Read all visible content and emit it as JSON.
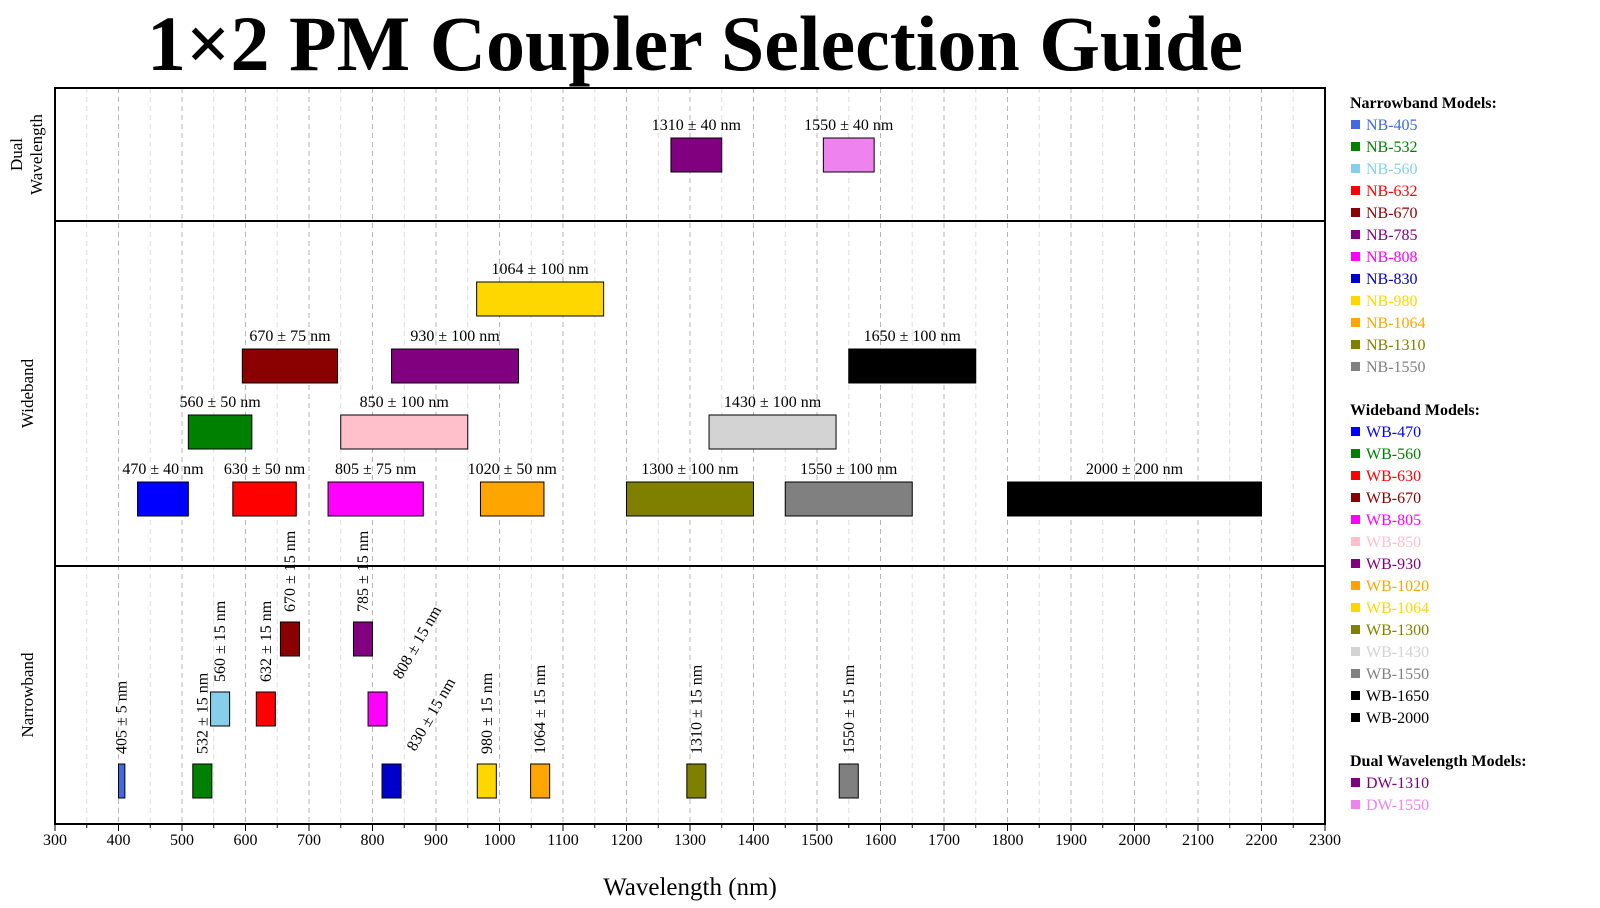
{
  "title": "1×2 PM Coupler Selection Guide",
  "chart_data": {
    "type": "bar",
    "orientation": "horizontal-range",
    "xlabel": "Wavelength (nm)",
    "xlim": [
      300,
      2300
    ],
    "xticks": [
      300,
      400,
      500,
      600,
      700,
      800,
      900,
      1000,
      1100,
      1200,
      1300,
      1400,
      1500,
      1600,
      1700,
      1800,
      1900,
      2000,
      2100,
      2200,
      2300
    ],
    "grid": true,
    "legend_position": "right",
    "panels": [
      {
        "name": "Dual Wavelength",
        "label_lines": [
          "Dual",
          "Wavelength"
        ],
        "rows": 1,
        "bars": [
          {
            "model": "DW-1310",
            "center": 1310,
            "halfwidth": 40,
            "row": 0,
            "color": "#800080",
            "label": "1310 ± 40 nm"
          },
          {
            "model": "DW-1550",
            "center": 1550,
            "halfwidth": 40,
            "row": 0,
            "color": "#ee82ee",
            "label": "1550 ± 40 nm"
          }
        ]
      },
      {
        "name": "Wideband",
        "label_lines": [
          "Wideband"
        ],
        "rows": 4,
        "bars": [
          {
            "model": "WB-470",
            "center": 470,
            "halfwidth": 40,
            "row": 0,
            "color": "#0000ff",
            "label": "470 ± 40 nm"
          },
          {
            "model": "WB-630",
            "center": 630,
            "halfwidth": 50,
            "row": 0,
            "color": "#ff0000",
            "label": "630 ± 50 nm"
          },
          {
            "model": "WB-805",
            "center": 805,
            "halfwidth": 75,
            "row": 0,
            "color": "#ff00ff",
            "label": "805 ± 75 nm"
          },
          {
            "model": "WB-1020",
            "center": 1020,
            "halfwidth": 50,
            "row": 0,
            "color": "#ffa500",
            "label": "1020 ± 50 nm"
          },
          {
            "model": "WB-1300",
            "center": 1300,
            "halfwidth": 100,
            "row": 0,
            "color": "#808000",
            "label": "1300 ± 100 nm"
          },
          {
            "model": "WB-1550",
            "center": 1550,
            "halfwidth": 100,
            "row": 0,
            "color": "#808080",
            "label": "1550 ± 100 nm"
          },
          {
            "model": "WB-2000",
            "center": 2000,
            "halfwidth": 200,
            "row": 0,
            "color": "#000000",
            "label": "2000 ± 200 nm"
          },
          {
            "model": "WB-560",
            "center": 560,
            "halfwidth": 50,
            "row": 1,
            "color": "#008000",
            "label": "560 ± 50 nm"
          },
          {
            "model": "WB-850",
            "center": 850,
            "halfwidth": 100,
            "row": 1,
            "color": "#ffc0cb",
            "label": "850 ± 100 nm"
          },
          {
            "model": "WB-1430",
            "center": 1430,
            "halfwidth": 100,
            "row": 1,
            "color": "#d3d3d3",
            "label": "1430 ± 100 nm"
          },
          {
            "model": "WB-670",
            "center": 670,
            "halfwidth": 75,
            "row": 2,
            "color": "#8b0000",
            "label": "670 ± 75 nm"
          },
          {
            "model": "WB-930",
            "center": 930,
            "halfwidth": 100,
            "row": 2,
            "color": "#800080",
            "label": "930 ± 100 nm"
          },
          {
            "model": "WB-1650",
            "center": 1650,
            "halfwidth": 100,
            "row": 2,
            "color": "#000000",
            "label": "1650 ± 100 nm"
          },
          {
            "model": "WB-1064",
            "center": 1064,
            "halfwidth": 100,
            "row": 3,
            "color": "#ffd700",
            "label": "1064 ± 100 nm"
          }
        ]
      },
      {
        "name": "Narrowband",
        "label_lines": [
          "Narrowband"
        ],
        "rows": 3,
        "bars": [
          {
            "model": "NB-405",
            "center": 405,
            "halfwidth": 5,
            "row": 0,
            "color": "#4169e1",
            "label": "405 ± 5 nm",
            "label_angle": -90
          },
          {
            "model": "NB-532",
            "center": 532,
            "halfwidth": 15,
            "row": 0,
            "color": "#008000",
            "label": "532 ± 15 nm",
            "label_angle": -90
          },
          {
            "model": "NB-830",
            "center": 830,
            "halfwidth": 15,
            "row": 0,
            "color": "#0000cd",
            "label": "830 ± 15 nm",
            "label_angle": -60
          },
          {
            "model": "NB-980",
            "center": 980,
            "halfwidth": 15,
            "row": 0,
            "color": "#ffd700",
            "label": "980 ± 15 nm",
            "label_angle": -90
          },
          {
            "model": "NB-1064",
            "center": 1064,
            "halfwidth": 15,
            "row": 0,
            "color": "#ffa500",
            "label": "1064 ± 15 nm",
            "label_angle": -90
          },
          {
            "model": "NB-1310",
            "center": 1310,
            "halfwidth": 15,
            "row": 0,
            "color": "#808000",
            "label": "1310 ± 15 nm",
            "label_angle": -90
          },
          {
            "model": "NB-1550",
            "center": 1550,
            "halfwidth": 15,
            "row": 0,
            "color": "#808080",
            "label": "1550 ± 15 nm",
            "label_angle": -90
          },
          {
            "model": "NB-560",
            "center": 560,
            "halfwidth": 15,
            "row": 1,
            "color": "#87ceeb",
            "label": "560 ± 15 nm",
            "label_angle": -90
          },
          {
            "model": "NB-632",
            "center": 632,
            "halfwidth": 15,
            "row": 1,
            "color": "#ff0000",
            "label": "632 ± 15 nm",
            "label_angle": -90
          },
          {
            "model": "NB-808",
            "center": 808,
            "halfwidth": 15,
            "row": 1,
            "color": "#ff00ff",
            "label": "808 ± 15 nm",
            "label_angle": -60
          },
          {
            "model": "NB-670",
            "center": 670,
            "halfwidth": 15,
            "row": 2,
            "color": "#8b0000",
            "label": "670 ± 15 nm",
            "label_angle": -90
          },
          {
            "model": "NB-785",
            "center": 785,
            "halfwidth": 15,
            "row": 2,
            "color": "#800080",
            "label": "785 ± 15 nm",
            "label_angle": -90
          }
        ]
      }
    ],
    "legend": [
      {
        "title": "Narrowband Models:",
        "items": [
          {
            "name": "NB-405",
            "color": "#4169e1"
          },
          {
            "name": "NB-532",
            "color": "#008000"
          },
          {
            "name": "NB-560",
            "color": "#87ceeb"
          },
          {
            "name": "NB-632",
            "color": "#ff0000"
          },
          {
            "name": "NB-670",
            "color": "#8b0000"
          },
          {
            "name": "NB-785",
            "color": "#800080"
          },
          {
            "name": "NB-808",
            "color": "#ff00ff"
          },
          {
            "name": "NB-830",
            "color": "#0000cd"
          },
          {
            "name": "NB-980",
            "color": "#ffd700"
          },
          {
            "name": "NB-1064",
            "color": "#ffa500"
          },
          {
            "name": "NB-1310",
            "color": "#808000"
          },
          {
            "name": "NB-1550",
            "color": "#808080"
          }
        ]
      },
      {
        "title": "Wideband Models:",
        "items": [
          {
            "name": "WB-470",
            "color": "#0000ff"
          },
          {
            "name": "WB-560",
            "color": "#008000"
          },
          {
            "name": "WB-630",
            "color": "#ff0000"
          },
          {
            "name": "WB-670",
            "color": "#8b0000"
          },
          {
            "name": "WB-805",
            "color": "#ff00ff"
          },
          {
            "name": "WB-850",
            "color": "#ffc0cb"
          },
          {
            "name": "WB-930",
            "color": "#800080"
          },
          {
            "name": "WB-1020",
            "color": "#ffa500"
          },
          {
            "name": "WB-1064",
            "color": "#ffd700"
          },
          {
            "name": "WB-1300",
            "color": "#808000"
          },
          {
            "name": "WB-1430",
            "color": "#d3d3d3"
          },
          {
            "name": "WB-1550",
            "color": "#808080"
          },
          {
            "name": "WB-1650",
            "color": "#000000"
          },
          {
            "name": "WB-2000",
            "color": "#000000"
          }
        ]
      },
      {
        "title": "Dual Wavelength Models:",
        "items": [
          {
            "name": "DW-1310",
            "color": "#800080"
          },
          {
            "name": "DW-1550",
            "color": "#ee82ee"
          }
        ]
      }
    ]
  }
}
